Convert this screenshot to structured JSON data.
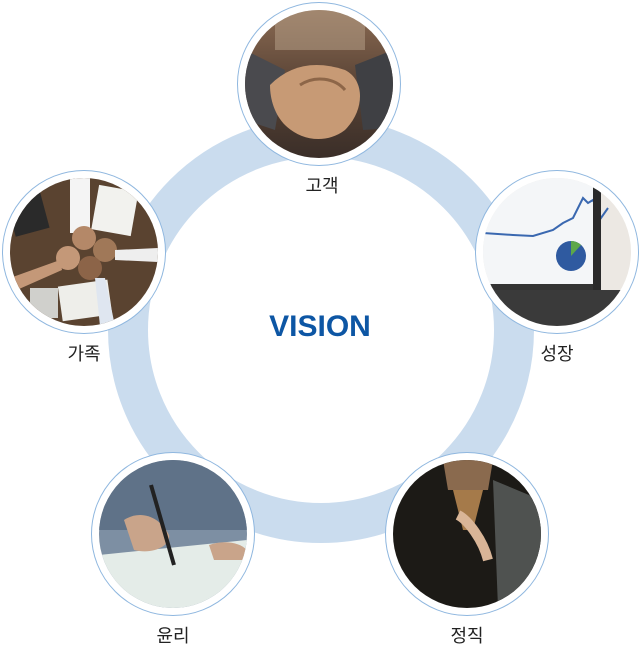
{
  "center": {
    "title": "VISION",
    "color": "#0d56a4"
  },
  "ring": {
    "color": "#cadcee",
    "border_color": "#8fb7df"
  },
  "nodes": [
    {
      "id": "customer",
      "label": "고객",
      "image": "handshake-photo"
    },
    {
      "id": "growth",
      "label": "성장",
      "image": "laptop-analytics-photo"
    },
    {
      "id": "integrity",
      "label": "정직",
      "image": "businessman-tie-photo"
    },
    {
      "id": "ethics",
      "label": "윤리",
      "image": "pen-signing-photo"
    },
    {
      "id": "family",
      "label": "가족",
      "image": "fist-bump-photo"
    }
  ]
}
